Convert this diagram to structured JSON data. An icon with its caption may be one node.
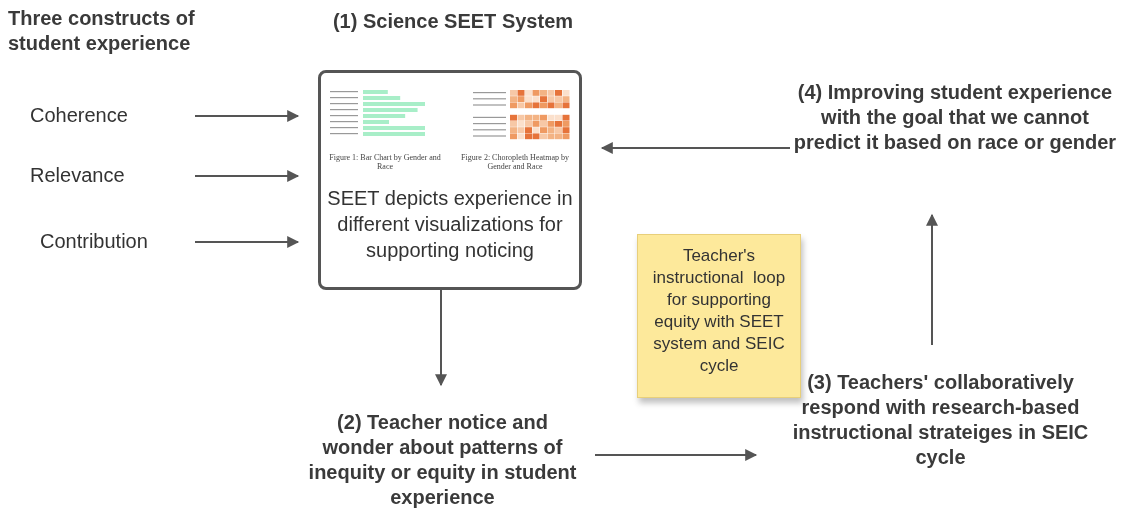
{
  "diagram": {
    "nodes": [
      {
        "text": [
          "Coherence"
        ]
      },
      {
        "text": [
          "Relevance"
        ]
      },
      {
        "text": [
          "Contribution"
        ]
      },
      {
        "text": [
          "(1) Science SEET System",
          "SEET depicts experience in different visualizations for supporting noticing"
        ]
      },
      {
        "text": [
          "(2) Teacher notice and wonder about patterns of inequity or equity in student experience"
        ]
      },
      {
        "text": [
          "(3) Teachers' collaboratively respond with research-based instructional strateiges in SEIC cycle"
        ]
      },
      {
        "text": [
          "(4) Improving student experience with the goal that we cannot predict it based on race or gender"
        ]
      },
      {
        "text": [
          "Teacher's instructional  loop for supporting equity with SEET system and SEIC cycle"
        ]
      }
    ],
    "edges": [
      {
        "from": 0,
        "to": 3,
        "arrow": "to"
      },
      {
        "from": 1,
        "to": 3,
        "arrow": "to"
      },
      {
        "from": 2,
        "to": 3,
        "arrow": "to"
      },
      {
        "from": 3,
        "to": 4,
        "arrow": "to"
      },
      {
        "from": 4,
        "to": 5,
        "arrow": "to"
      },
      {
        "from": 5,
        "to": 6,
        "arrow": "to"
      },
      {
        "from": 6,
        "to": 3,
        "arrow": "to"
      }
    ],
    "labels": [
      "Three constructs of student experience",
      "Figure 1: Bar Chart by Gender and Race",
      "Figure 2: Choropleth Heatmap by Gender and Race"
    ]
  }
}
